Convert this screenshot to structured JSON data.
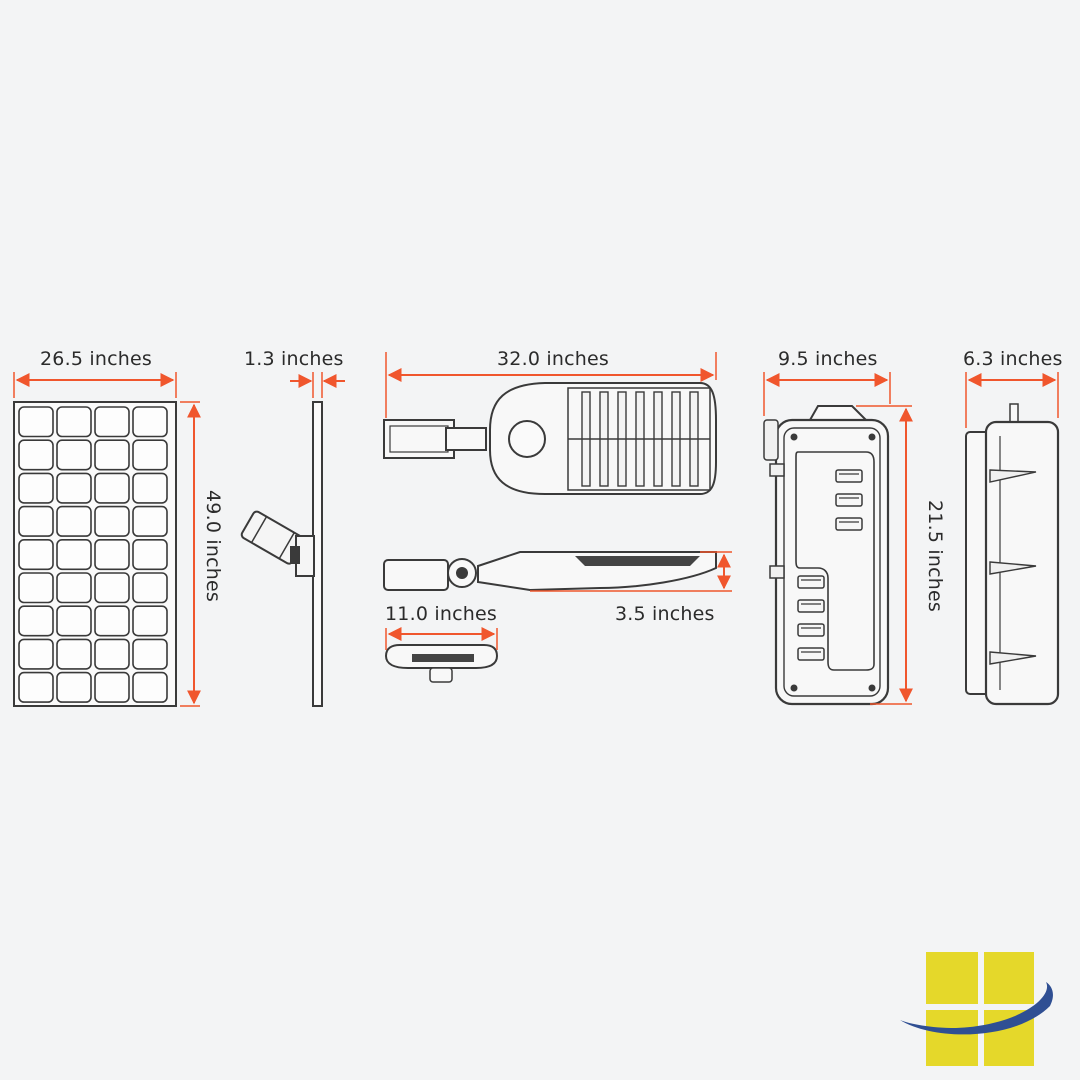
{
  "dimensions": {
    "panel_width": "26.5 inches",
    "panel_height": "49.0 inches",
    "panel_thickness": "1.3 inches",
    "light_length": "32.0 inches",
    "light_width": "11.0 inches",
    "light_height": "3.5 inches",
    "battery_width": "9.5 inches",
    "battery_height": "21.5 inches",
    "battery_depth": "6.3 inches"
  },
  "colors": {
    "background": "#f3f4f5",
    "outline": "#3a3a3a",
    "dimension_line": "#f0562d",
    "logo_yellow": "#e5d82a",
    "logo_blue": "#2f4f93"
  },
  "logo": {
    "icon": "window-grid-logo-icon"
  }
}
